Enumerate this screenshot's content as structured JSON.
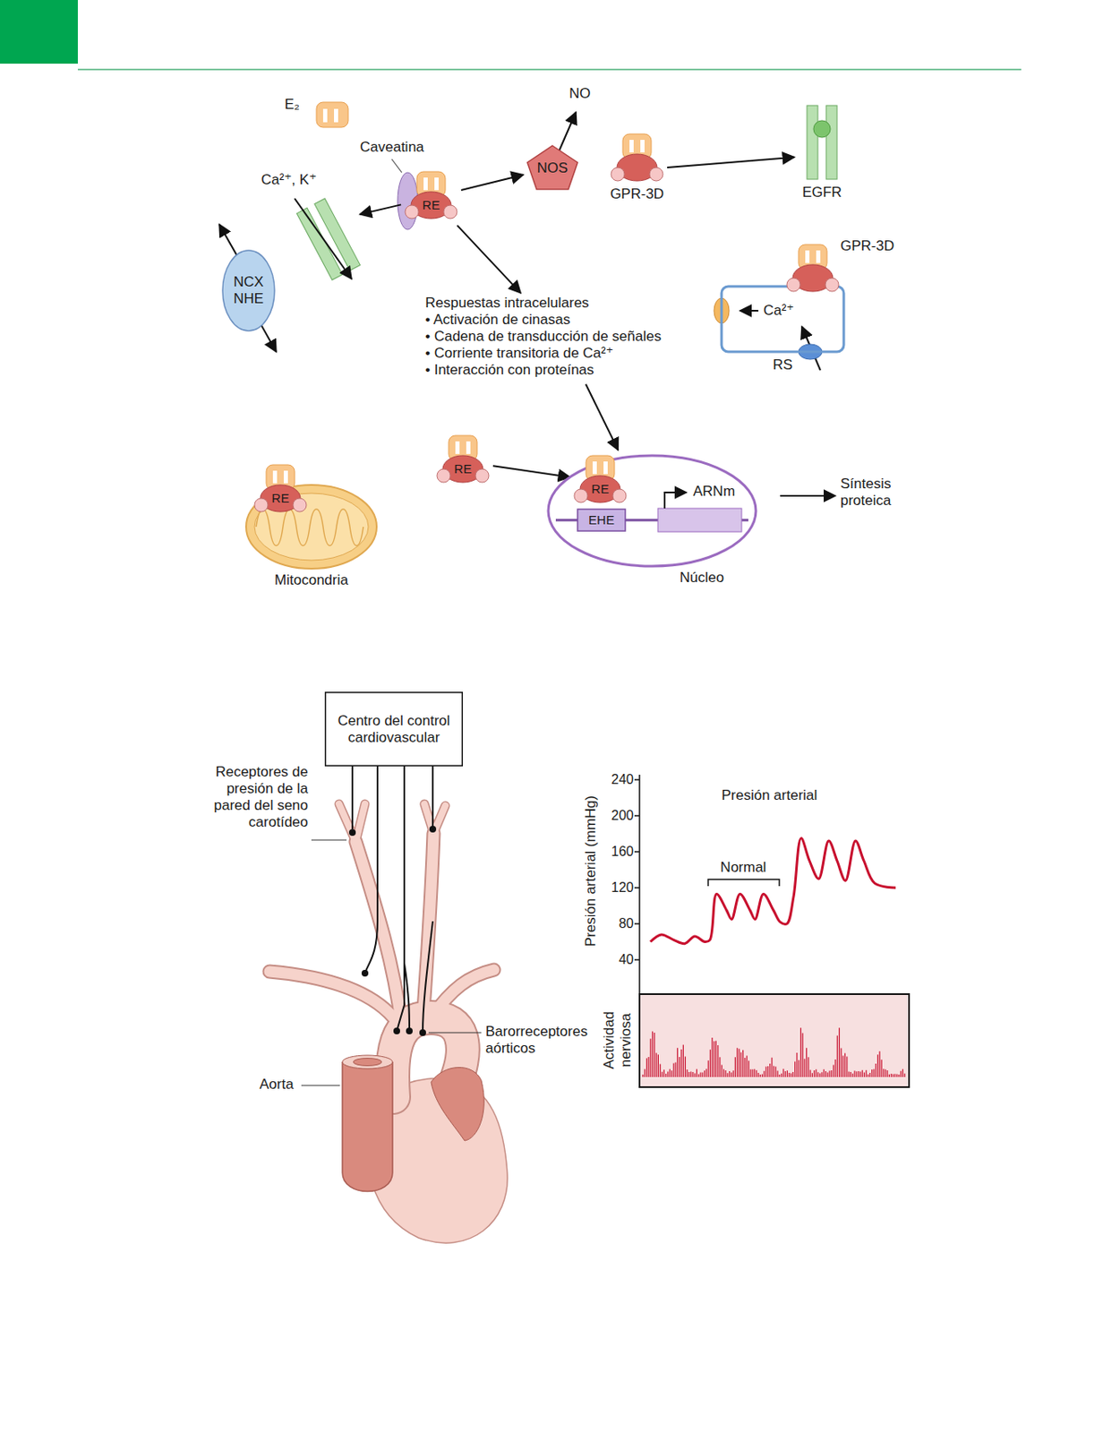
{
  "diagram": {
    "nodes": [
      {
        "text": [
          "RE"
        ]
      },
      {
        "text": [
          "NOS"
        ]
      },
      {
        "text": [
          "GPR-3D"
        ]
      },
      {
        "text": [
          "EGFR"
        ]
      },
      {
        "text": [
          "Ca²⁺, K⁺"
        ]
      },
      {
        "text": [
          "NCX NHE"
        ]
      },
      {
        "text": [
          "Respuestas intracelulares",
          "• Activación de cinasas",
          "• Cadena de transducción de señales",
          "• Corriente transitoria de Ca²⁺",
          "• Interacción con proteínas"
        ]
      },
      {
        "text": [
          "RS"
        ]
      },
      {
        "text": [
          "GPR-3D"
        ]
      },
      {
        "text": [
          "Mitocondria"
        ]
      },
      {
        "text": [
          "RE"
        ],
        "in": 9
      },
      {
        "text": [
          "RE"
        ]
      },
      {
        "text": [
          "Núcleo"
        ]
      },
      {
        "text": [
          "RE"
        ],
        "in": 12
      },
      {
        "text": [
          "EHE"
        ],
        "in": 12
      },
      {
        "text": [
          "Centro del control cardiovascular"
        ]
      }
    ],
    "edges": [
      {
        "from": 0,
        "to": 1,
        "arrow": "to"
      },
      {
        "from": 0,
        "to": 4,
        "arrow": "to"
      },
      {
        "from": 0,
        "to": 6,
        "arrow": "to"
      },
      {
        "from": 2,
        "to": 3,
        "arrow": "to"
      },
      {
        "from": 6,
        "to": 12,
        "arrow": "to"
      },
      {
        "from": 11,
        "to": 13,
        "arrow": "to"
      }
    ],
    "labels": [
      "E₂",
      "Caveatina",
      "NO",
      "Ca²⁺",
      "ARNm",
      "Síntesis proteica",
      "Receptores de presión de la pared del seno carotídeo",
      "Barorreceptores aórticos",
      "Aorta",
      "Presión arterial",
      "Presión arterial (mmHg)",
      "240",
      "200",
      "160",
      "120",
      "80",
      "40",
      "Normal",
      "Actividad nerviosa"
    ]
  }
}
